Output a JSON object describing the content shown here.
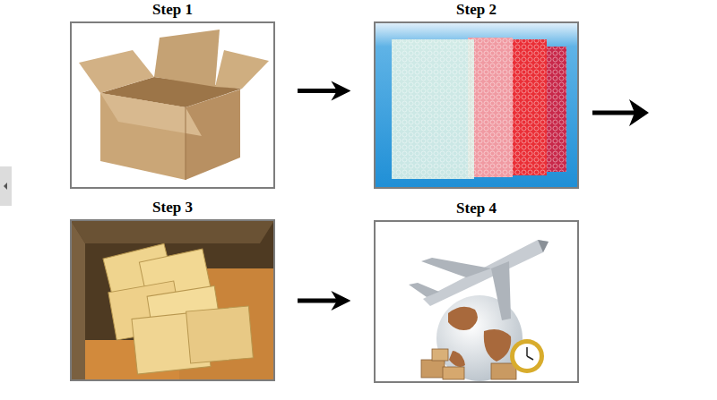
{
  "diagram": {
    "nodes": [
      {
        "text": [
          "Step 1"
        ]
      },
      {
        "text": [
          "Step 2"
        ]
      },
      {
        "text": [
          "Step 3"
        ]
      },
      {
        "text": [
          "Step 4"
        ]
      }
    ],
    "edges": [
      {
        "from": 0,
        "to": 1,
        "arrow": "to"
      },
      {
        "from": 2,
        "to": 3,
        "arrow": "to"
      }
    ]
  }
}
